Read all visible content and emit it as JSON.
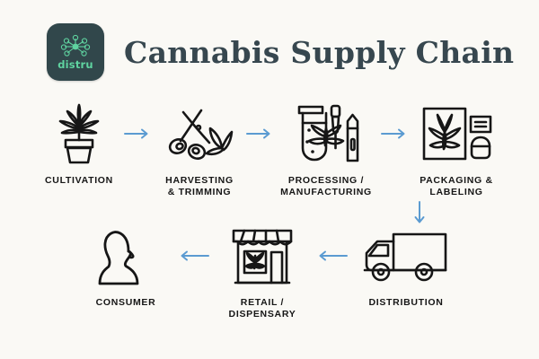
{
  "page": {
    "background_color": "#faf9f5",
    "title": "Cannabis Supply Chain",
    "ink_color": "#161616",
    "title_color": "#37474f",
    "arrow_color": "#5b9bd1"
  },
  "brand": {
    "logo_wordmark": "distru",
    "logo_tile_color": "#31474b",
    "logo_mark_color": "#5fd3a0",
    "logo_icon_name": "network-nodes-icon"
  },
  "flow": {
    "top_row": [
      {
        "id": "cultivation",
        "label": "CULTIVATION",
        "icon": "potted-cannabis-plant-icon"
      },
      {
        "id": "harvesting",
        "label": "HARVESTING\n& TRIMMING",
        "icon": "scissors-trimming-icon"
      },
      {
        "id": "processing",
        "label": "PROCESSING /\nMANUFACTURING",
        "icon": "test-tube-dropper-vape-icon"
      },
      {
        "id": "packaging",
        "label": "PACKAGING &\nLABELING",
        "icon": "package-box-label-jar-icon"
      }
    ],
    "bottom_row": [
      {
        "id": "consumer",
        "label": "CONSUMER",
        "icon": "person-head-profile-icon"
      },
      {
        "id": "retail",
        "label": "RETAIL /\nDISPENSARY",
        "icon": "storefront-dispensary-icon"
      },
      {
        "id": "distribution",
        "label": "DISTRIBUTION",
        "icon": "delivery-truck-icon"
      }
    ],
    "connectors": [
      {
        "id": "cultivation-to-harvesting",
        "direction": "right",
        "icon": "arrow-right-icon"
      },
      {
        "id": "harvesting-to-processing",
        "direction": "right",
        "icon": "arrow-right-icon"
      },
      {
        "id": "processing-to-packaging",
        "direction": "right",
        "icon": "arrow-right-icon"
      },
      {
        "id": "packaging-to-distribution",
        "direction": "down",
        "icon": "arrow-down-icon"
      },
      {
        "id": "distribution-to-retail",
        "direction": "left",
        "icon": "arrow-left-icon"
      },
      {
        "id": "retail-to-consumer",
        "direction": "left",
        "icon": "arrow-left-icon"
      }
    ]
  }
}
